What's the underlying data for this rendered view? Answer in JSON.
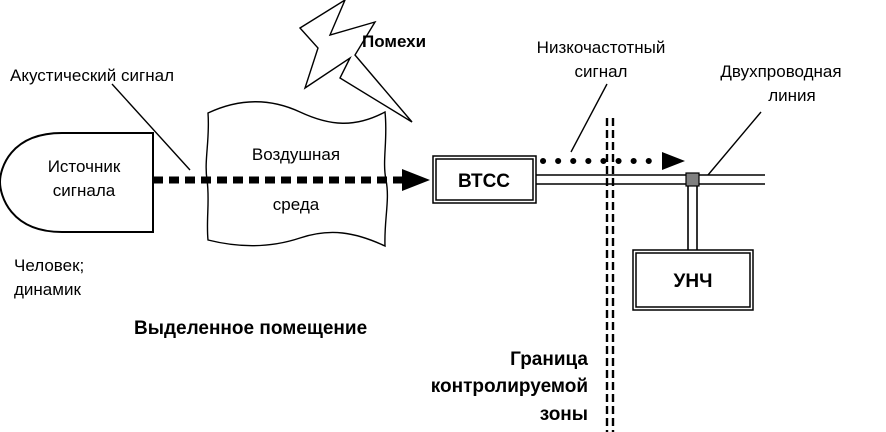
{
  "labels": {
    "acoustic_signal": "Акустический сигнал",
    "interference": "Помехи",
    "low_freq_line1": "Низкочастотный",
    "low_freq_line2": "сигнал",
    "two_wire_line1": "Двухпроводная",
    "two_wire_line2": "линия",
    "source_line1": "Источник",
    "source_line2": "сигнала",
    "air_line1": "Воздушная",
    "air_line2": "среда",
    "vtss": "ВТСС",
    "unch": "УНЧ",
    "human_line1": "Человек;",
    "human_line2": "динамик",
    "dedicated_room": "Выделенное помещение",
    "border_line1": "Граница",
    "border_line2": "контролируемой",
    "border_line3": "зоны"
  },
  "colors": {
    "stroke": "#000000",
    "fill": "#ffffff",
    "junction": "#808080"
  }
}
